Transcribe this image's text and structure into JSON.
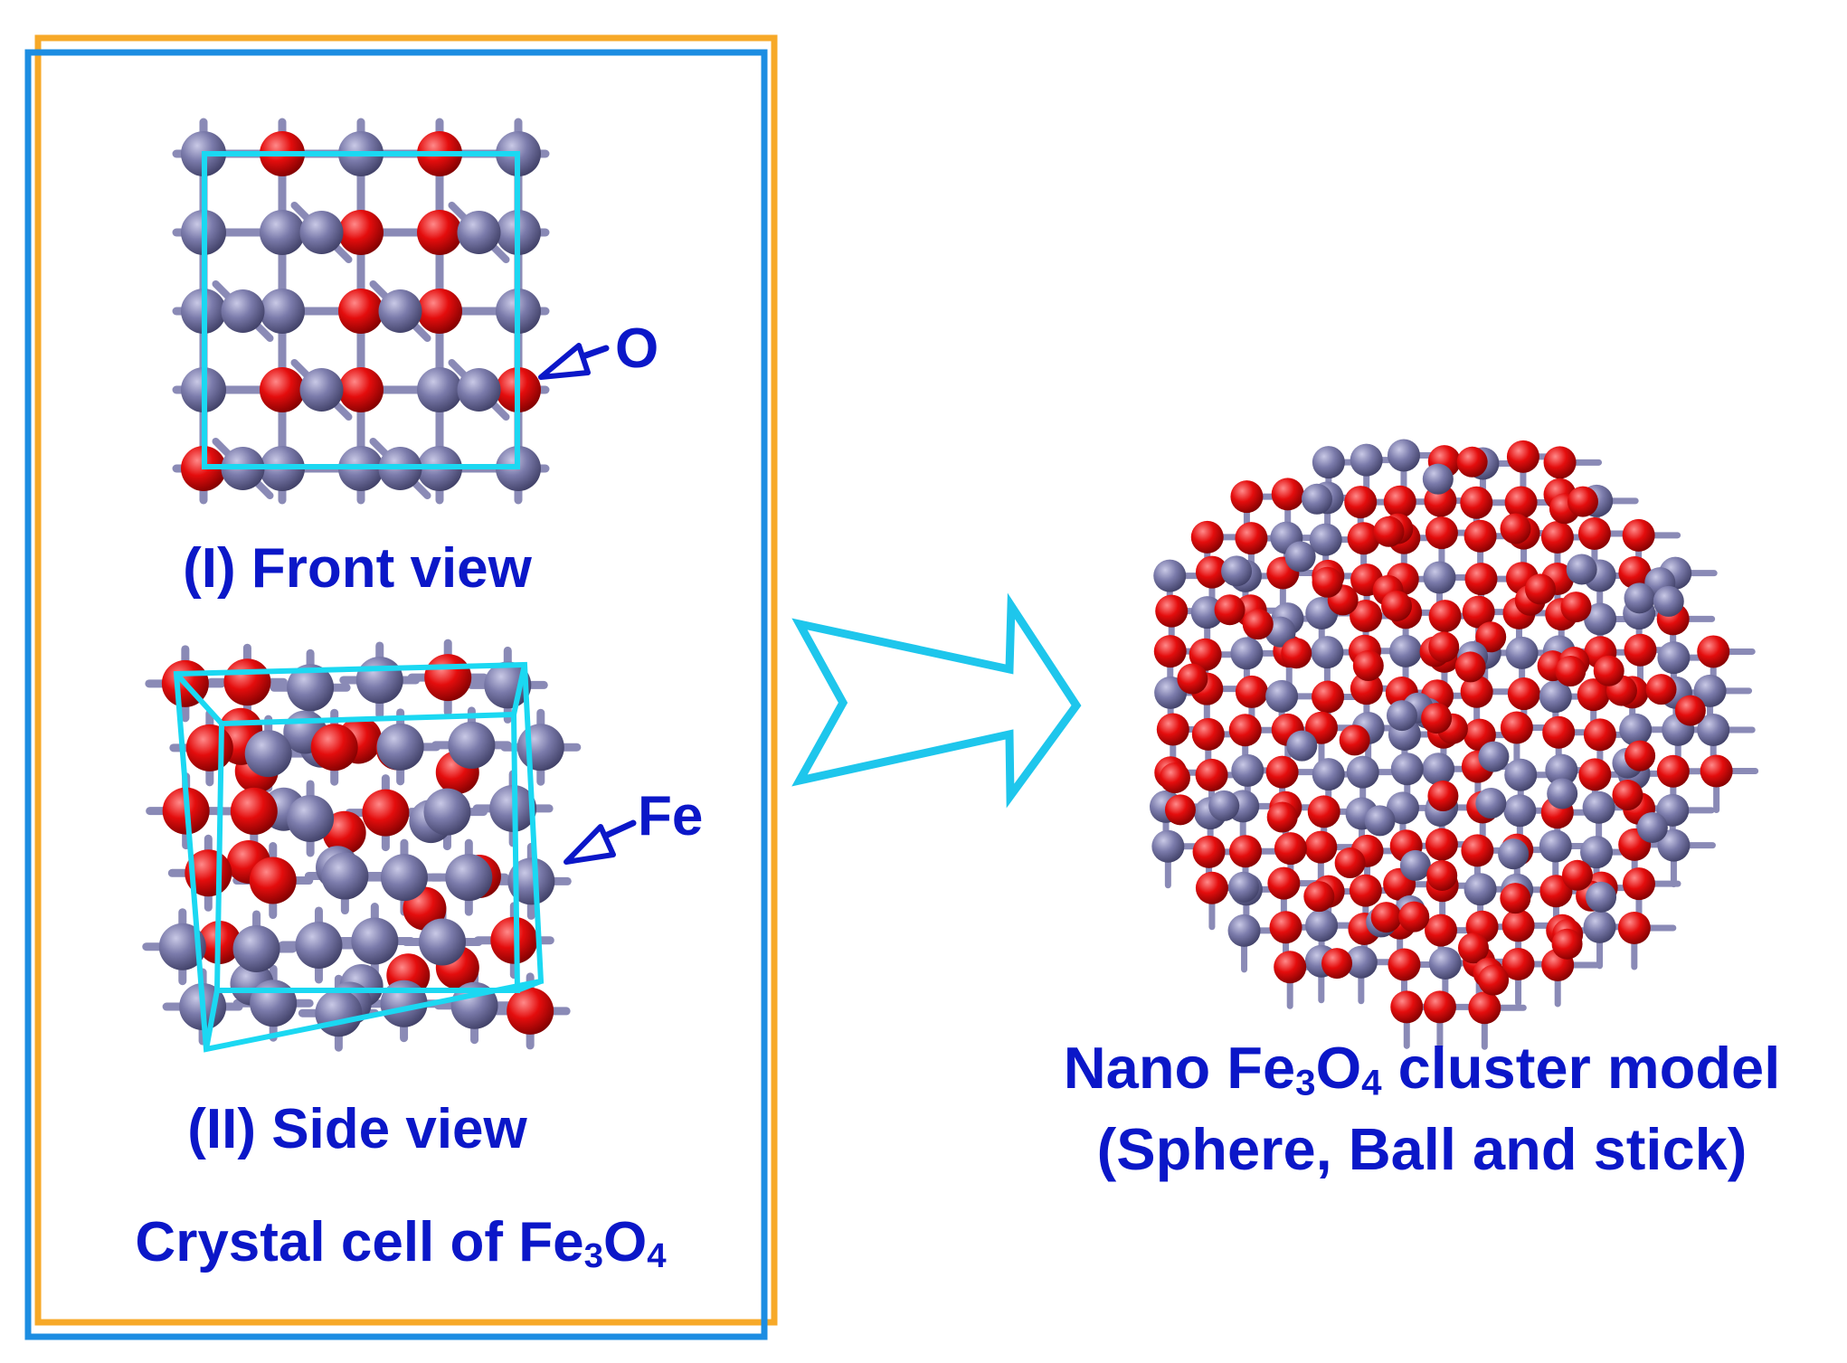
{
  "colors": {
    "fe_atom": "#7474a4",
    "o_atom": "#e00b0b",
    "unit_cell": "#1bd8f2",
    "label_text": "#0b17c8",
    "arrow_outline": "#1ec6ec",
    "frame_outer": "#f7a928",
    "frame_inner": "#1c8de2"
  },
  "left_panel": {
    "front_view_label": "(I) Front view",
    "side_view_label": "(II) Side view",
    "o_callout": "O",
    "fe_callout": "Fe",
    "caption": {
      "text": "Crystal cell of Fe",
      "sub1": "3",
      "mid": "O",
      "sub2": "4"
    }
  },
  "right_panel": {
    "caption_line1": {
      "pre": "Nano Fe",
      "sub1": "3",
      "mid": "O",
      "sub2": "4",
      "post": " cluster model"
    },
    "caption_line2": "(Sphere, Ball and stick)"
  },
  "icons": {
    "transition_arrow": "right-chevron-arrow-icon",
    "callout_arrow": "outline-arrow-icon"
  }
}
